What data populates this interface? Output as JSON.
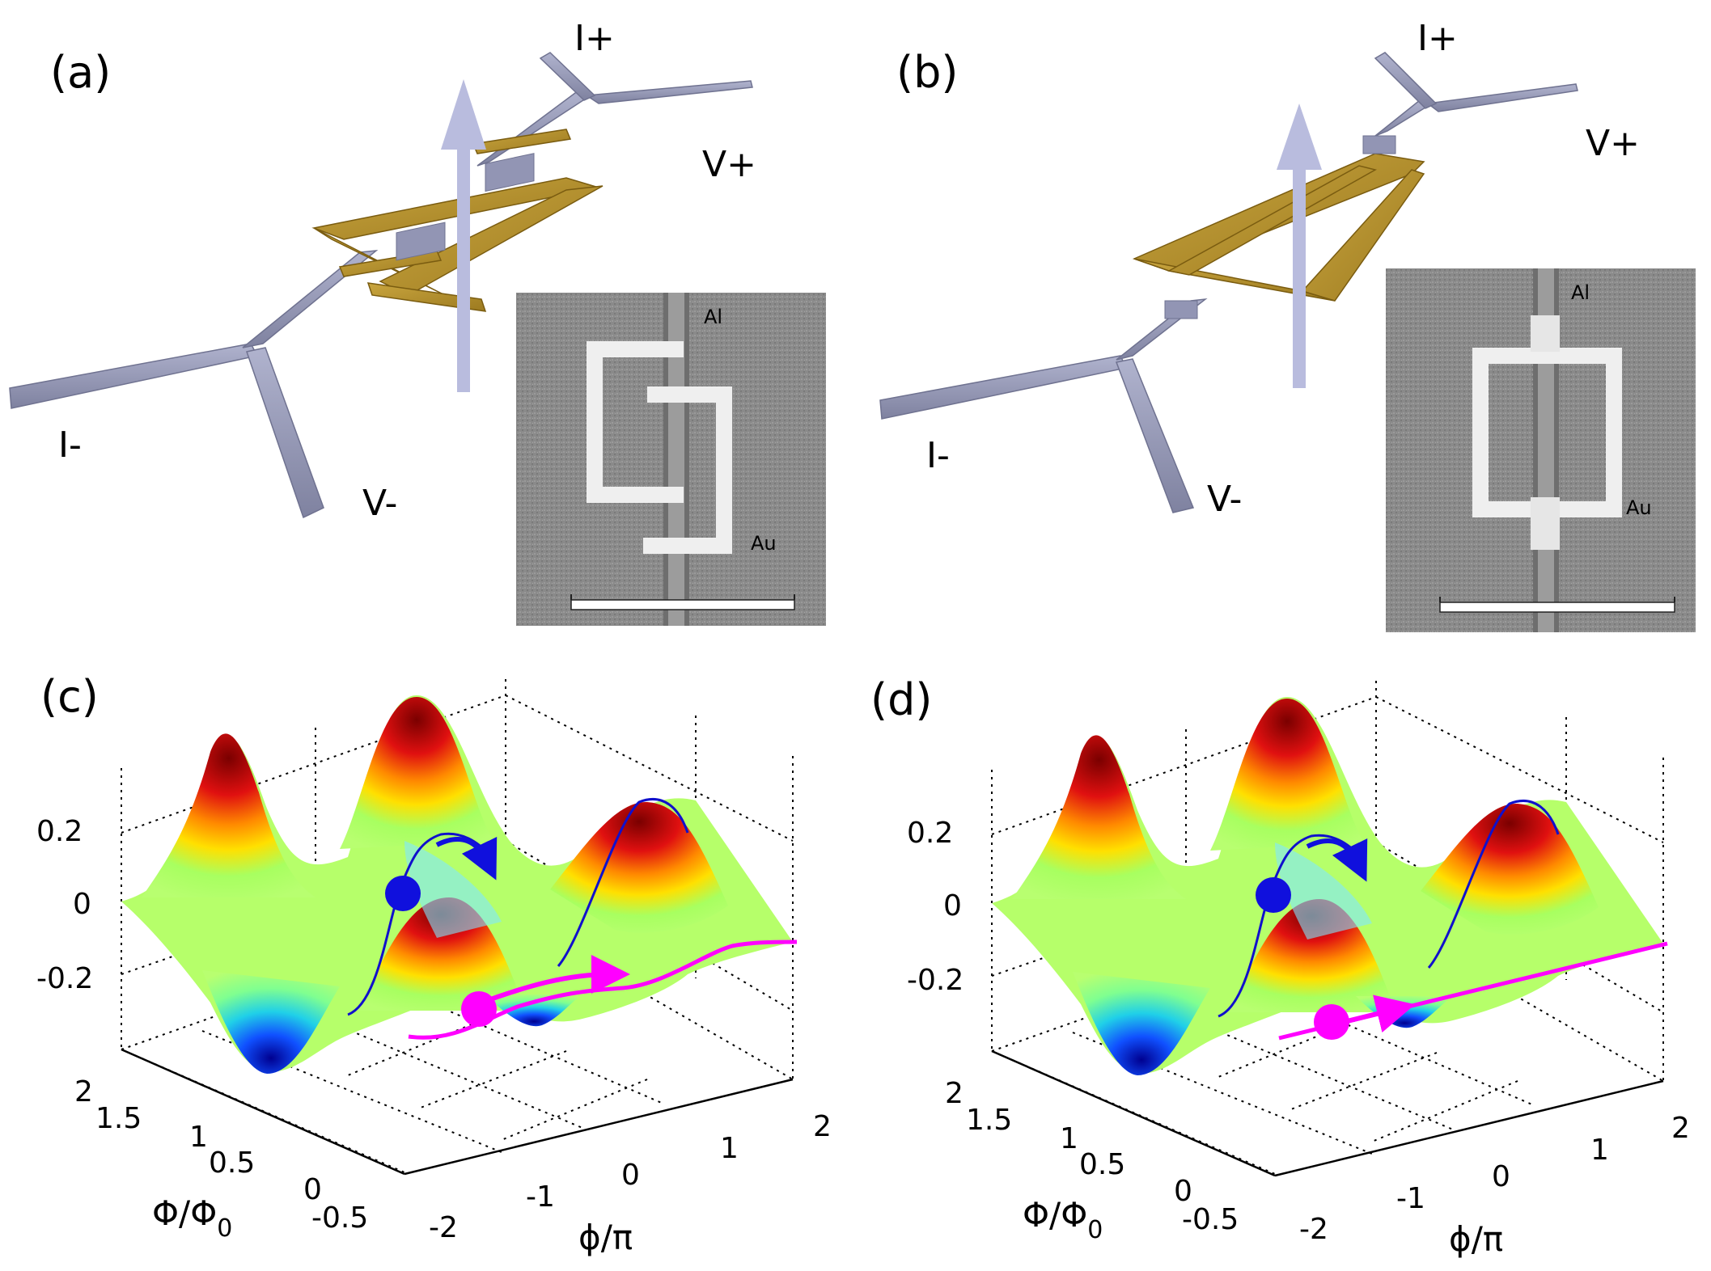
{
  "panels": {
    "a": {
      "label": "(a)",
      "terminals": {
        "i_plus": "I+",
        "i_minus": "I-",
        "v_plus": "V+",
        "v_minus": "V-"
      },
      "sem_labels": {
        "top": "Al",
        "bottom": "Au"
      }
    },
    "b": {
      "label": "(b)",
      "terminals": {
        "i_plus": "I+",
        "i_minus": "I-",
        "v_plus": "V+",
        "v_minus": "V-"
      },
      "sem_labels": {
        "top": "Al",
        "bottom": "Au"
      }
    },
    "c": {
      "label": "(c)",
      "z_ticks": [
        "0.2",
        "0",
        "-0.2"
      ],
      "flux_ticks": [
        "2",
        "1.5",
        "1",
        "0.5",
        "0",
        "-0.5"
      ],
      "phase_ticks": [
        "-2",
        "-1",
        "0",
        "1",
        "2"
      ],
      "flux_label_main": "Φ/Φ",
      "flux_label_sub": "0",
      "phase_label": "ϕ/π"
    },
    "d": {
      "label": "(d)",
      "z_ticks": [
        "0.2",
        "0",
        "-0.2"
      ],
      "flux_ticks": [
        "2",
        "1.5",
        "1",
        "0.5",
        "0",
        "-0.5"
      ],
      "phase_ticks": [
        "-2",
        "-1",
        "0",
        "1",
        "2"
      ],
      "flux_label_main": "Φ/Φ",
      "flux_label_sub": "0",
      "phase_label": "ϕ/π"
    }
  },
  "colors": {
    "wire": "#a3a6c2",
    "gold": "#b4922e",
    "arrow": "#b9bcde",
    "blue_marker": "#1010dd",
    "magenta_marker": "#ff00ff"
  }
}
